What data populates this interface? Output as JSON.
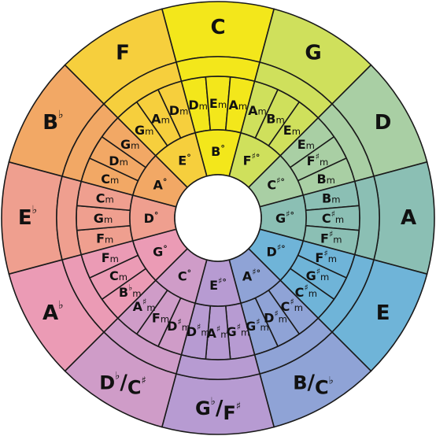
{
  "colors": {
    "C": "#f3e71b",
    "G": "#cfe05c",
    "D": "#a9cfa4",
    "A": "#8bbfb4",
    "E": "#6fb4d8",
    "B": "#8fa3d6",
    "Gb": "#b79bd2",
    "Db": "#cf9cc8",
    "Ab": "#eb9bb5",
    "Eb": "#ef9f8f",
    "Bb": "#f2a865",
    "F": "#f6cf3d"
  },
  "outer": [
    {
      "key": "C",
      "base": "C"
    },
    {
      "key": "G",
      "base": "G"
    },
    {
      "key": "D",
      "base": "D"
    },
    {
      "key": "A",
      "base": "A"
    },
    {
      "key": "E",
      "base": "E"
    },
    {
      "key": "B",
      "base": "B",
      "alt": "C",
      "alt_acc": "♭"
    },
    {
      "key": "Gb",
      "base": "G",
      "acc": "♭",
      "alt": "F",
      "alt_acc": "♯"
    },
    {
      "key": "Db",
      "base": "D",
      "acc": "♭",
      "alt": "C",
      "alt_acc": "♯"
    },
    {
      "key": "Ab",
      "base": "A",
      "acc": "♭"
    },
    {
      "key": "Eb",
      "base": "E",
      "acc": "♭"
    },
    {
      "key": "Bb",
      "base": "B",
      "acc": "♭"
    },
    {
      "key": "F",
      "base": "F"
    }
  ],
  "minor_pairs": [
    [
      {
        "n": "D",
        "s": "m"
      },
      {
        "n": "E",
        "s": "m"
      },
      {
        "n": "A",
        "s": "m"
      }
    ],
    [
      {
        "n": "A",
        "s": "m"
      },
      {
        "n": "B",
        "s": "m"
      },
      {
        "n": "E",
        "s": "m"
      }
    ],
    [
      {
        "n": "E",
        "s": "m"
      },
      {
        "n": "F",
        "a": "♯",
        "s": "m"
      },
      {
        "n": "B",
        "s": "m"
      }
    ],
    [
      {
        "n": "B",
        "s": "m"
      },
      {
        "n": "C",
        "a": "♯",
        "s": "m"
      },
      {
        "n": "F",
        "a": "♯",
        "s": "m"
      }
    ],
    [
      {
        "n": "F",
        "a": "♯",
        "s": "m"
      },
      {
        "n": "G",
        "a": "♯",
        "s": "m"
      },
      {
        "n": "C",
        "a": "♯",
        "s": "m"
      }
    ],
    [
      {
        "n": "C",
        "a": "♯",
        "s": "m"
      },
      {
        "n": "D",
        "a": "♯",
        "s": "m"
      },
      {
        "n": "G",
        "a": "♯",
        "s": "m"
      }
    ],
    [
      {
        "n": "G",
        "a": "♯",
        "s": "m"
      },
      {
        "n": "A",
        "a": "♯",
        "s": "m"
      },
      {
        "n": "D",
        "a": "♯",
        "s": "m"
      }
    ],
    [
      {
        "n": "D",
        "a": "♯",
        "s": "m"
      },
      {
        "n": "F",
        "s": "m"
      },
      {
        "n": "A",
        "a": "♯",
        "s": "m"
      }
    ],
    [
      {
        "n": "B",
        "a": "♭",
        "s": "m"
      },
      {
        "n": "C",
        "s": "m"
      },
      {
        "n": "F",
        "s": "m"
      }
    ],
    [
      {
        "n": "F",
        "s": "m"
      },
      {
        "n": "G",
        "s": "m"
      },
      {
        "n": "C",
        "s": "m"
      }
    ],
    [
      {
        "n": "C",
        "s": "m"
      },
      {
        "n": "D",
        "s": "m"
      },
      {
        "n": "G",
        "s": "m"
      }
    ],
    [
      {
        "n": "G",
        "s": "m"
      },
      {
        "n": "A",
        "s": "m"
      },
      {
        "n": "D",
        "s": "m"
      }
    ]
  ],
  "diminished": [
    {
      "n": "B",
      "s": "°"
    },
    {
      "n": "F",
      "a": "♯",
      "s": "°"
    },
    {
      "n": "C",
      "a": "♯",
      "s": "°"
    },
    {
      "n": "G",
      "a": "♯",
      "s": "°"
    },
    {
      "n": "D",
      "a": "♯",
      "s": "°"
    },
    {
      "n": "A",
      "a": "♯",
      "s": "°"
    },
    {
      "n": "E",
      "a": "♯",
      "s": "°"
    },
    {
      "n": "C",
      "s": "°"
    },
    {
      "n": "G",
      "s": "°"
    },
    {
      "n": "D",
      "s": "°"
    },
    {
      "n": "A",
      "s": "°"
    },
    {
      "n": "E",
      "s": "°"
    }
  ]
}
